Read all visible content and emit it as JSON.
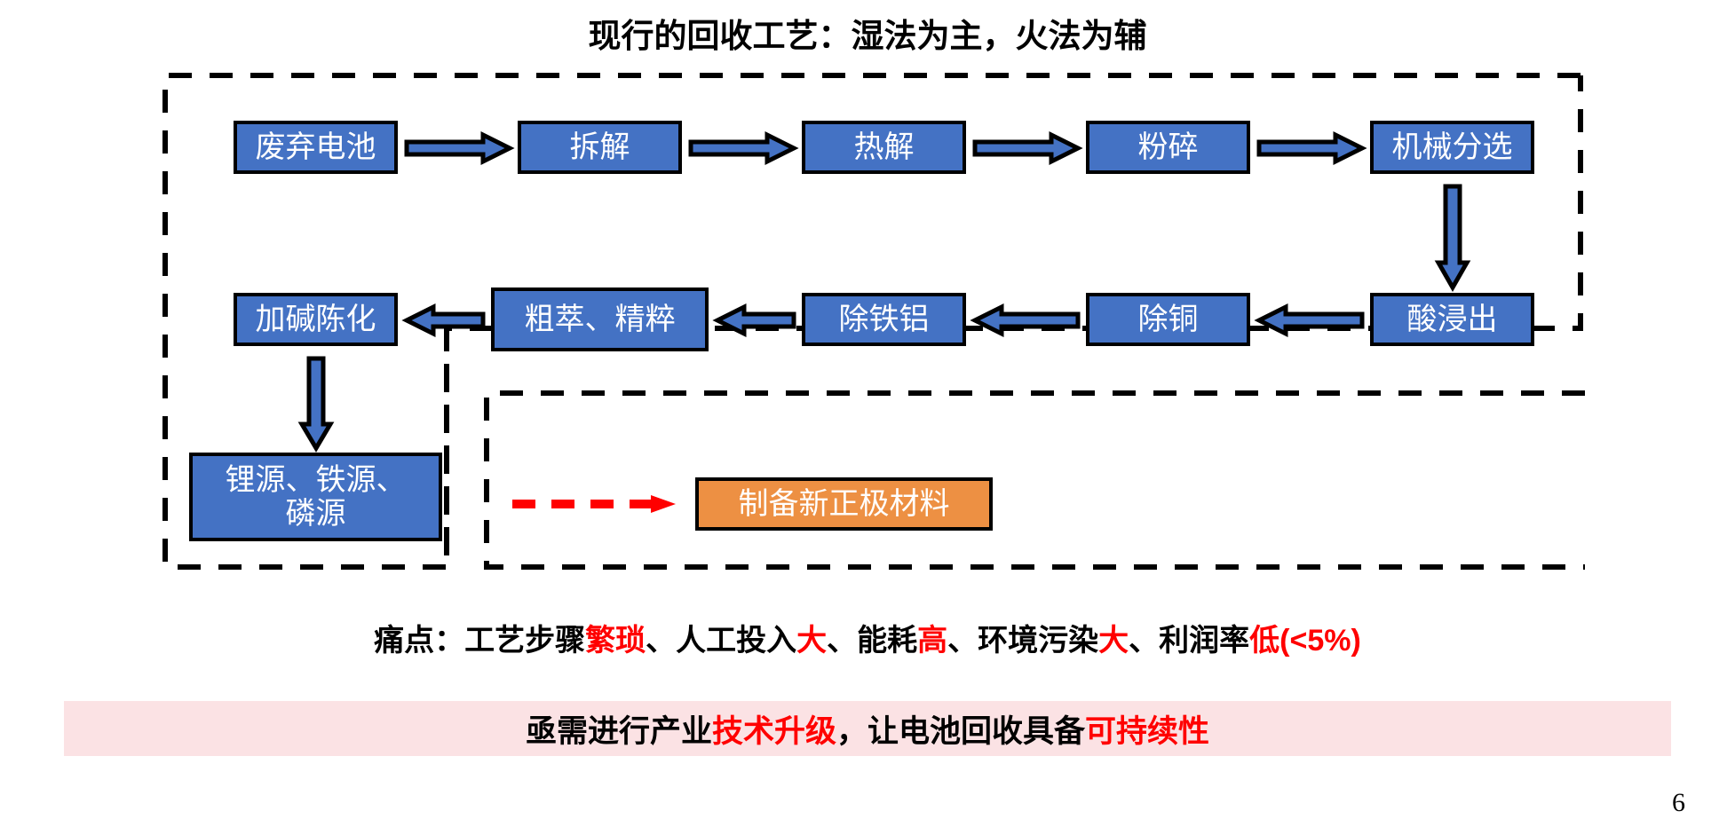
{
  "title": "现行的回收工艺：湿法为主，火法为辅",
  "flow": {
    "row1": [
      {
        "id": "waste-battery",
        "label": "废弃电池"
      },
      {
        "id": "disassembly",
        "label": "拆解"
      },
      {
        "id": "pyrolysis",
        "label": "热解"
      },
      {
        "id": "crushing",
        "label": "粉碎"
      },
      {
        "id": "mechanical-sorting",
        "label": "机械分选"
      }
    ],
    "row2": [
      {
        "id": "alkali-aging",
        "label": "加碱陈化"
      },
      {
        "id": "extraction-refining",
        "label": "粗萃、精粹"
      },
      {
        "id": "iron-aluminium-removal",
        "label": "除铁铝"
      },
      {
        "id": "copper-removal",
        "label": "除铜"
      },
      {
        "id": "acid-leaching",
        "label": "酸浸出"
      }
    ],
    "row3": [
      {
        "id": "resources-output",
        "label": "锂源、铁源、\n磷源"
      },
      {
        "id": "new-cathode-material",
        "label": "制备新正极材料"
      }
    ]
  },
  "pain_points": {
    "prefix": "痛点：工艺步骤",
    "segments": [
      {
        "text": "繁琐",
        "highlight": true
      },
      {
        "text": "、人工投入",
        "highlight": false
      },
      {
        "text": "大",
        "highlight": true
      },
      {
        "text": "、能耗",
        "highlight": false
      },
      {
        "text": "高",
        "highlight": true
      },
      {
        "text": "、环境污染",
        "highlight": false
      },
      {
        "text": "大",
        "highlight": true
      },
      {
        "text": "、利润率",
        "highlight": false
      },
      {
        "text": "低(<5%)",
        "highlight": true
      }
    ],
    "full_text": "痛点：工艺步骤繁琐、人工投入大、能耗高、环境污染大、利润率低(<5%)"
  },
  "banner": {
    "segments": [
      {
        "text": "亟需进行产业",
        "highlight": false
      },
      {
        "text": "技术升级",
        "highlight": true
      },
      {
        "text": "，让电池回收具备",
        "highlight": false
      },
      {
        "text": "可持续性",
        "highlight": true
      }
    ],
    "full_text": "亟需进行产业技术升级，让电池回收具备可持续性"
  },
  "page_number": "6",
  "colors": {
    "box_blue": "#4472C4",
    "box_orange": "#ED9043",
    "highlight_red": "#FF0000",
    "banner_pink": "#FBE2E4",
    "outline_black": "#000000"
  }
}
